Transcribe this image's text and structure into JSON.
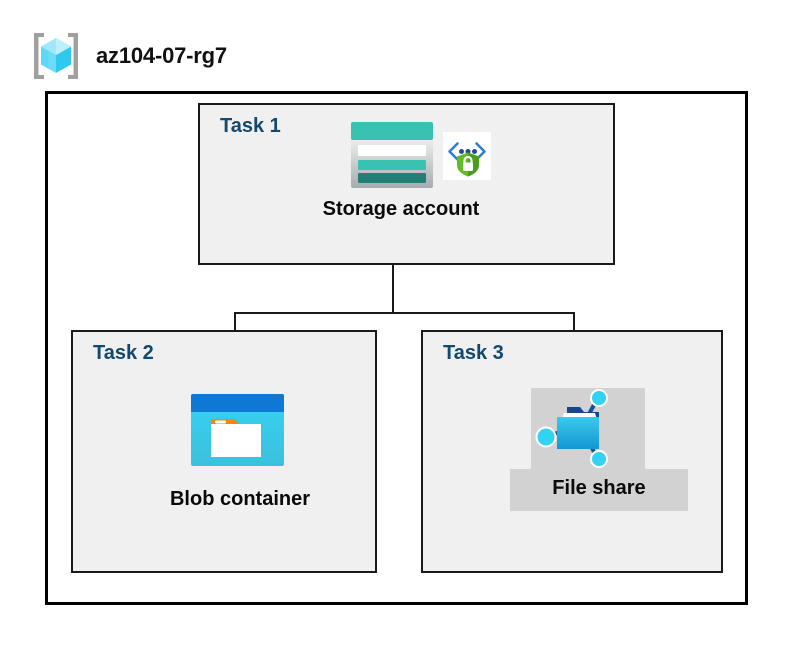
{
  "header": {
    "resource_group_name": "az104-07-rg7",
    "icon": "resource-group-icon"
  },
  "diagram": {
    "type": "azure-architecture-diagram",
    "container": "resource-group-boundary",
    "colors": {
      "task_label": "#13486f",
      "node_label": "#0a0a0a",
      "task_box_fill": "#f0f0f0",
      "task_box_border": "#1a1a1a",
      "container_border": "#000000",
      "highlight_fill": "#d2d2d2",
      "storage_teal": "#37c2b1",
      "storage_teal_dark": "#2b7d72",
      "blob_blue": "#0f78d4",
      "blob_cyan": "#32c8ef",
      "blob_orange": "#f2870d",
      "fileshare_blue": "#1b5fae",
      "fileshare_cyan": "#32d2f2",
      "shield_green": "#5cb522",
      "cube_cyan": "#4fd6f7"
    },
    "tasks": [
      {
        "id": "task-1",
        "label": "Task 1",
        "node_label": "Storage account",
        "icons": [
          "storage-account-icon",
          "encryption-shield-icon"
        ]
      },
      {
        "id": "task-2",
        "label": "Task 2",
        "node_label": "Blob container",
        "icons": [
          "blob-container-icon"
        ]
      },
      {
        "id": "task-3",
        "label": "Task 3",
        "node_label": "File share",
        "icons": [
          "file-share-icon"
        ],
        "highlighted": true
      }
    ],
    "connectors": [
      {
        "from": "task-1",
        "to": "task-2"
      },
      {
        "from": "task-1",
        "to": "task-3"
      }
    ]
  }
}
